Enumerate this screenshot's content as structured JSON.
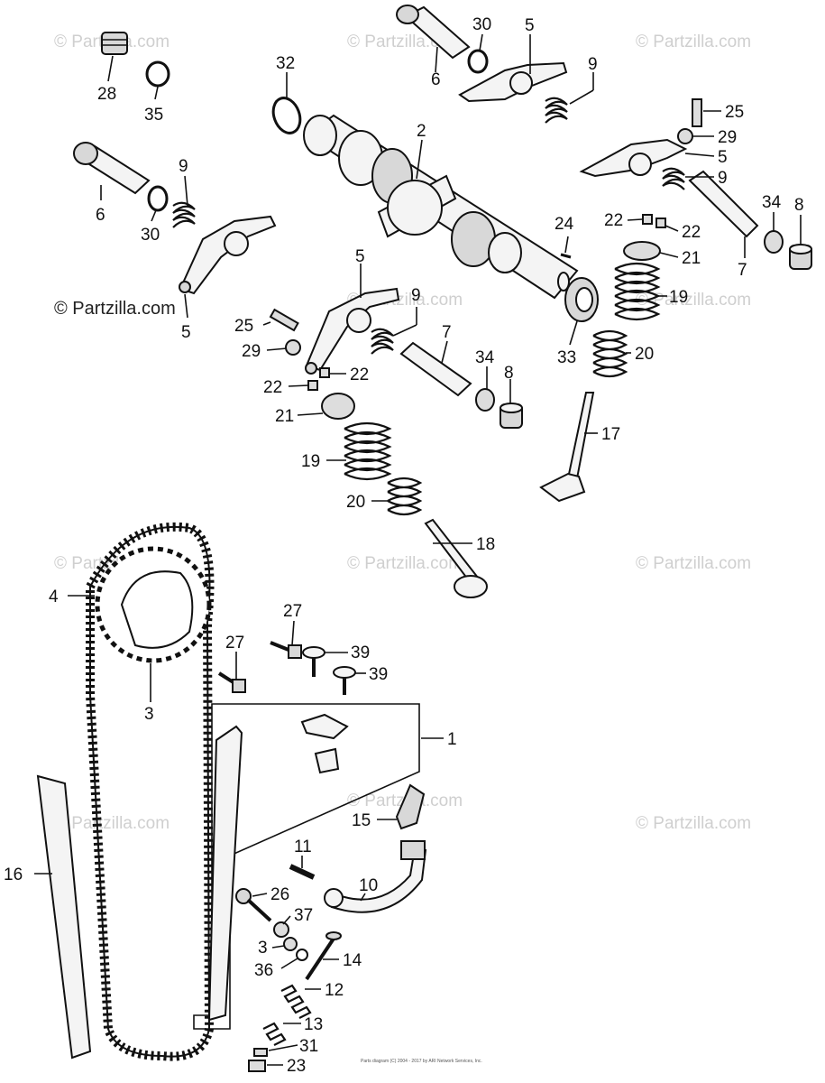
{
  "watermark": "© Partzilla.com",
  "footer_text": "Parts diagram (C) 2004 - 2017 by ARI Network Services, Inc.",
  "callouts": {
    "c1": "1",
    "c2": "2",
    "c3a": "3",
    "c3b": "3",
    "c4": "4",
    "c5a": "5",
    "c5b": "5",
    "c5c": "5",
    "c5d": "5",
    "c6a": "6",
    "c6b": "6",
    "c7a": "7",
    "c7b": "7",
    "c8a": "8",
    "c8b": "8",
    "c9a": "9",
    "c9b": "9",
    "c9c": "9",
    "c9d": "9",
    "c10": "10",
    "c11": "11",
    "c12": "12",
    "c13": "13",
    "c14": "14",
    "c15": "15",
    "c16": "16",
    "c17": "17",
    "c18": "18",
    "c19a": "19",
    "c19b": "19",
    "c20a": "20",
    "c20b": "20",
    "c21a": "21",
    "c21b": "21",
    "c22a": "22",
    "c22b": "22",
    "c22c": "22",
    "c22d": "22",
    "c23": "23",
    "c24": "24",
    "c25a": "25",
    "c25b": "25",
    "c26": "26",
    "c27a": "27",
    "c27b": "27",
    "c28": "28",
    "c29a": "29",
    "c29b": "29",
    "c30a": "30",
    "c30b": "30",
    "c31": "31",
    "c32": "32",
    "c33": "33",
    "c34a": "34",
    "c34b": "34",
    "c35": "35",
    "c36": "36",
    "c37": "37",
    "c39a": "39",
    "c39b": "39"
  }
}
